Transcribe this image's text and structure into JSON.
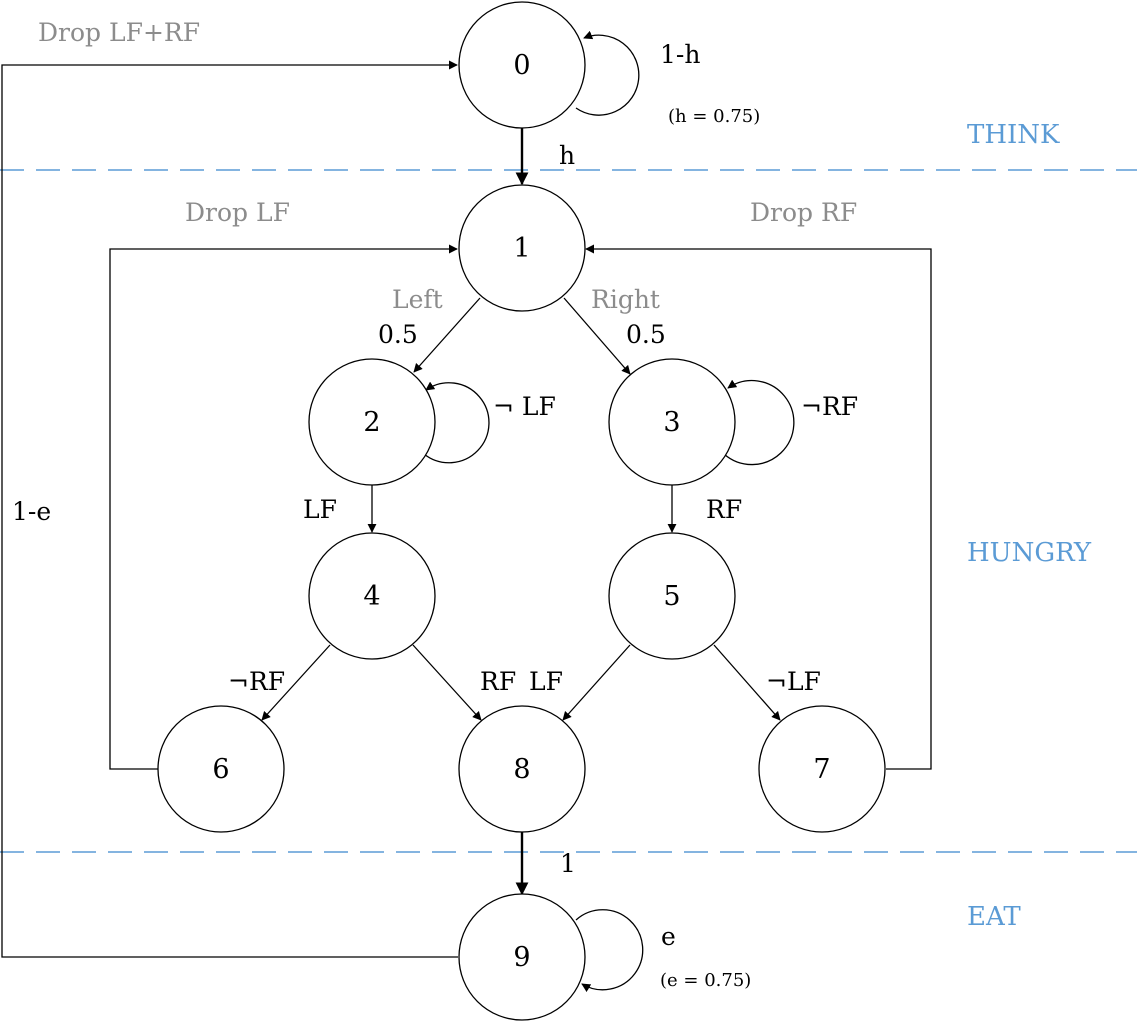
{
  "regions": {
    "think": "THINK",
    "hungry": "HUNGRY",
    "eat": "EAT"
  },
  "nodes": {
    "n0": "0",
    "n1": "1",
    "n2": "2",
    "n3": "3",
    "n4": "4",
    "n5": "5",
    "n6": "6",
    "n7": "7",
    "n8": "8",
    "n9": "9"
  },
  "edge_labels": {
    "self0": "1-h",
    "h_param": "(h = 0.75)",
    "e01": "h",
    "drop_all": "Drop LF+RF",
    "drop_lf": "Drop LF",
    "drop_rf": "Drop RF",
    "left": "Left",
    "right": "Right",
    "p12": "0.5",
    "p13": "0.5",
    "self2": "¬ LF",
    "self3": "¬RF",
    "e24": "LF",
    "e35": "RF",
    "e46": "¬RF",
    "e48": "RF",
    "e58": "LF",
    "e57": "¬LF",
    "e89": "1",
    "self9": "e",
    "e_param": "(e = 0.75)",
    "e90": "1-e"
  },
  "colors": {
    "separator": "#5b9bd5",
    "region_text": "#5b9bd5",
    "gray_text": "#8c8c8c"
  }
}
